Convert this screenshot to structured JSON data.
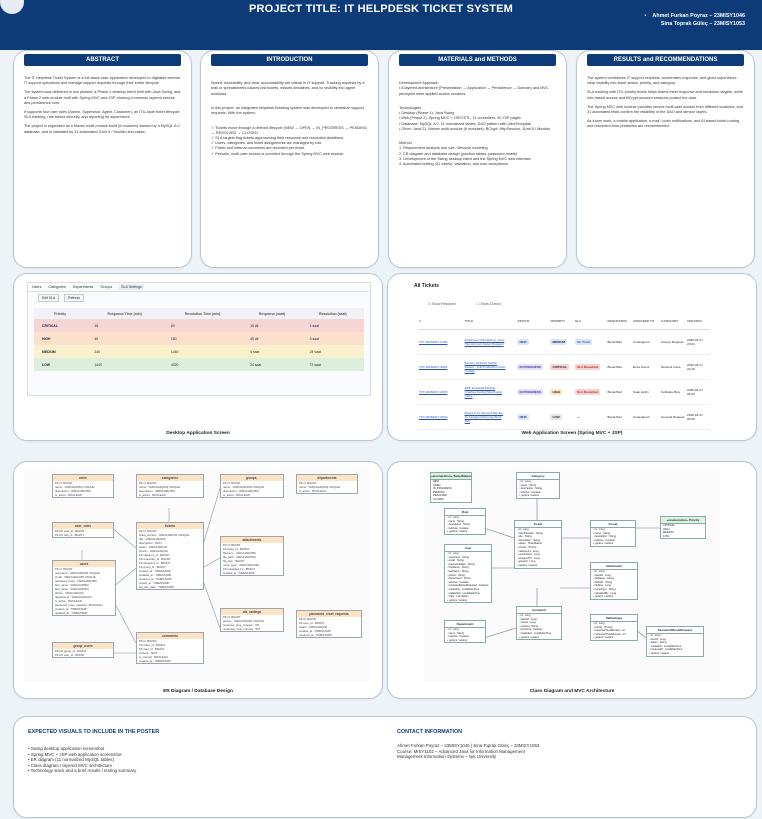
{
  "header": {
    "title": "PROJECT TITLE: IT HELPDESK TICKET SYSTEM",
    "authors": [
      "Ahmet Furkan Poyraz – 23MISY1046",
      "Sina Toprak Güleç – 23MISY1053"
    ]
  },
  "abstract": {
    "heading": "ABSTRACT",
    "paragraphs": [
      "The IT Helpdesk Ticket System is a full-stack case application developed to digitalize internal IT support operations and manage support requests through their entire lifecycle.",
      "The system was delivered in two phases: a Phase 1 desktop client built with Java Swing, and a Phase 2 web module built with Spring MVC and JSP, sharing a common layered service and persistence core.",
      "It supports four user roles (Admin, Supervisor, Agent, Customer), an ITIL-style ticket lifecycle, SLA tracking, role-based security, and reporting for supervisors.",
      "The project is organized as a Maven multi-module build (6 modules) backed by a MySQL 8.0 database, and is validated by 31 automated JUnit 5 / Mockito test cases."
    ]
  },
  "introduction": {
    "heading": "INTRODUCTION",
    "paragraphs": [
      "Speed, traceability, and clear accountability are critical in IT support. Tracking requests by e-mail or spreadsheets causes lost tickets, missed deadlines, and no visibility into agent workload.",
      "In this project, an integrated helpdesk ticketing system was developed to centralize support requests. With the system:",
      "✓ Tickets move through a defined lifecycle (NEW → OPEN → IN_PROGRESS → PENDING → RESOLVED → CLOSED.\n✓ SLA targets flag tickets approaching their response and resolution deadlines.\n✓ Users, categories, and ticket assignments are managed by role.\n✓ Public and internal comments are recorded per ticket.\n✓ Periodic, multi-user access is provided through the Spring MVC web module."
    ]
  },
  "materials": {
    "heading": "MATERIALS and METHODS",
    "paragraphs": [
      "Development Approach\n• A layered architecture (Presentation → Application → Persistence → Domain) and MVC principles were applied across modules.",
      "Technologies\n• Desktop (Phase 1): Java Swing\n• Web (Phase 2): Spring MVC + JSP/JSTL, 11 controllers, 30 JSP pages\n• Database: MySQL 8.0, 11 normalized tables, DAO pattern with JdbcTemplate\n• Other: Java 21, Maven multi-module (6 modules), BCrypt, HttpSession, JUnit 5 / Mockito",
      "Method\n1. Requirement analysis and role / lifecycle modeling\n2. ER diagram and database design (junction tables, password resets)\n3. Development of the Swing desktop client and the Spring MVC web interface\n4. Automated testing (31 cases), validation, and user acceptance"
    ]
  },
  "results": {
    "heading": "RESULTS and RECOMMENDATIONS",
    "paragraphs": [
      "The system centralizes IT support requests, accelerates response, and gives supervisors clear visibility into ticket status, priority, and category.",
      "SLA tracking with ITIL priority levels helps teams meet response and resolution targets, while role-based access and BCrypt-secured sessions protect the data.",
      "The Spring MVC web module provides secure multi-user access from different locations, and 31 automated tests confirm the reliability of the DAO and service layers.",
      "As future work, a mobile application, e-mail / push notifications, and AI-based ticket routing and resolution-time prediction are recommended."
    ]
  },
  "desktop": {
    "caption": "Desktop Application Screen",
    "menu": [
      "Users",
      "Categories",
      "Departments",
      "Groups",
      "SLA Settings"
    ],
    "active_menu": "SLA Settings",
    "buttons": [
      "Edit SLA",
      "Refresh"
    ],
    "columns": [
      "Priority",
      "Response Time (min)",
      "Resolution Time (min)",
      "Response (saat)",
      "Resolution (saat)"
    ],
    "rows": [
      {
        "priority": "CRITICAL",
        "resp": "15",
        "resol": "60",
        "resp_h": "15 dk",
        "resol_h": "1 saat",
        "color": "#f6d5d5"
      },
      {
        "priority": "HIGH",
        "resp": "45",
        "resol": "180",
        "resp_h": "45 dk",
        "resol_h": "3 saat",
        "color": "#fbe0cc"
      },
      {
        "priority": "MEDIUM",
        "resp": "240",
        "resol": "1440",
        "resp_h": "4 saat",
        "resol_h": "24 saat",
        "color": "#fbf1cf"
      },
      {
        "priority": "LOW",
        "resp": "1440",
        "resol": "4320",
        "resp_h": "24 saat",
        "resol_h": "72 saat",
        "color": "#dcefdc"
      }
    ]
  },
  "web": {
    "caption": "Web Application Screen (Spring MVC + JSP)",
    "title": "All Tickets",
    "checks": [
      "Show Resolved",
      "Show Closed"
    ],
    "columns": [
      "#",
      "TITLE",
      "STATUS",
      "PRIORITY",
      "SLA",
      "REQUESTER",
      "ASSIGNED TO",
      "CATEGORY",
      "CREATED"
    ],
    "rows": [
      {
        "id": "TKT-20260317-0100",
        "title": "Employee Onboarding - New Hire Account Setup Request",
        "status": "NEW",
        "priority": "MEDIUM",
        "sla": "On Track",
        "requester": "Burak Bari",
        "assigned": "Unassigned",
        "category": "Access Request",
        "created": "2026-03-17 23:04"
      },
      {
        "id": "TKT-20260317-0022",
        "title": "Factory Network Switch Failure - Full Production Floor Outage",
        "status": "IN PROGRESS",
        "priority": "CRITICAL",
        "sla": "SLA Breached",
        "requester": "Burak Bari",
        "assigned": "Emre Demir",
        "category": "Network Issue",
        "created": "2026-03-17 22:19"
      },
      {
        "id": "TKT-20260317-0015",
        "title": "ERP Financial Module Crashes During Month-End Close",
        "status": "IN PROGRESS",
        "priority": "HIGH",
        "sla": "SLA Breached",
        "requester": "Burak Bari",
        "assigned": "Kaan Aydin",
        "category": "Software Bug",
        "created": "2026-03-17 05:32"
      },
      {
        "id": "TKT-20260317-0010",
        "title": "Request for Second Monitor for Assigned Remote Work Day",
        "status": "NEW",
        "priority": "LOW",
        "sla": "—",
        "requester": "Burak Bari",
        "assigned": "Unassigned",
        "category": "General Request",
        "created": "2026-03-17 08:40"
      }
    ]
  },
  "er": {
    "caption": "ER Diagram / Database Design",
    "tables": [
      {
        "name": "roles",
        "rows": [
          "PK id: BIGINT",
          "name : VARCHAR(50) UNIQUE",
          "description : VARCHAR(255)",
          "is_active : BOOLEAN"
        ]
      },
      {
        "name": "categories",
        "rows": [
          "PK id: BIGINT",
          "name : VARCHAR(100) UNIQUE",
          "description : VARCHAR(255)",
          "is_active : BOOLEAN"
        ]
      },
      {
        "name": "groups_",
        "rows": [
          "PK id: BIGINT",
          "name : VARCHAR(100) UNIQUE",
          "description : VARCHAR(255)",
          "is_active : BOOLEAN"
        ]
      },
      {
        "name": "departments",
        "rows": [
          "PK id: BIGINT",
          "name : VARCHAR(100) UNIQUE",
          "is_active : BOOLEAN"
        ]
      },
      {
        "name": "user_roles",
        "rows": [
          "PK,FK user_id : BIGINT",
          "PK,FK role_id : BIGINT"
        ]
      },
      {
        "name": "tickets",
        "rows": [
          "PK id: BIGINT",
          "ticket_number : VARCHAR(20) UNIQUE",
          "title : VARCHAR(200)",
          "description : TEXT",
          "status : VARCHAR(20)",
          "priority : VARCHAR(20)",
          "FK category_id : BIGINT",
          "FK requester_id : BIGINT",
          "FK assigned_to : BIGINT",
          "FK group_id : BIGINT",
          "created_at : TIMESTAMP",
          "updated_at : TIMESTAMP",
          "resolved_at : TIMESTAMP",
          "closed_at : TIMESTAMP",
          "sla_due_date : TIMESTAMP"
        ]
      },
      {
        "name": "attachments",
        "rows": [
          "PK id: BIGINT",
          "FK ticket_id : BIGINT",
          "filename : VARCHAR(255)",
          "file_path : VARCHAR(500)",
          "file_size : BIGINT",
          "mime_type : VARCHAR(100)",
          "FK uploaded_by : BIGINT",
          "created_at : TIMESTAMP"
        ]
      },
      {
        "name": "users",
        "rows": [
          "PK id: BIGINT",
          "username : VARCHAR(50) UNIQUE",
          "email : VARCHAR(100) UNIQUE",
          "password_hash : VARCHAR(255)",
          "first_name : VARCHAR(50)",
          "last_name : VARCHAR(50)",
          "phone : VARCHAR(20)",
          "department : VARCHAR(100)",
          "is_active : BOOLEAN",
          "password_reset_required : BOOLEAN",
          "created_at : TIMESTAMP",
          "updated_at : TIMESTAMP"
        ]
      },
      {
        "name": "sla_settings",
        "rows": [
          "PK id: BIGINT",
          "priority : VARCHAR(20) UNIQUE",
          "response_time_minutes : INT",
          "resolution_time_minutes : INT"
        ]
      },
      {
        "name": "password_reset_requests",
        "rows": [
          "PK id: BIGINT",
          "FK user_id : BIGINT",
          "status : VARCHAR(20)",
          "created_at : TIMESTAMP",
          "resolved_at : TIMESTAMP"
        ]
      },
      {
        "name": "comments",
        "rows": [
          "PK id: BIGINT",
          "FK ticket_id : BIGINT",
          "FK user_id : BIGINT",
          "content : TEXT",
          "is_internal : BOOLEAN",
          "created_at : TIMESTAMP"
        ]
      },
      {
        "name": "group_users",
        "rows": [
          "PK,FK group_id : BIGINT",
          "PK,FK user_id : BIGINT"
        ]
      }
    ]
  },
  "classdiag": {
    "caption": "Class Diagram and MVC Architecture",
    "classes": [
      {
        "name": "Category",
        "rows": [
          "- id : Long",
          "- name : String",
          "- description : String",
          "- isActive : boolean",
          "+ getters / setters"
        ]
      },
      {
        "name": "Role",
        "rows": [
          "- id : Long",
          "- name : String",
          "- description : String",
          "- isActive : boolean",
          "+ getters / setters"
        ]
      },
      {
        "name": "Ticket",
        "rows": [
          "- id : Long",
          "- ticketNumber : String",
          "- title : String",
          "- description : String",
          "- status : TicketStatus",
          "- priority : Priority",
          "- categoryId : Long",
          "- requesterId : Long",
          "- assignedTo : Long",
          "- groupId : Long",
          "+ getters / setters"
        ]
      },
      {
        "name": "Group",
        "rows": [
          "- id : Long",
          "- name : String",
          "- description : String",
          "- isActive : boolean",
          "+ getters / setters"
        ]
      },
      {
        "name": "User",
        "rows": [
          "- id : Long",
          "- username : String",
          "- email : String",
          "- passwordHash : String",
          "- firstName : String",
          "- lastName : String",
          "- phone : String",
          "- department : String",
          "- isActive : boolean",
          "- passwordResetRequired : boolean",
          "- createdAt : LocalDateTime",
          "- updatedAt : LocalDateTime",
          "- roles : List<Role>",
          "+ getters / setters"
        ]
      },
      {
        "name": "Attachment",
        "rows": [
          "- id : Long",
          "- ticketId : Long",
          "- fileName : String",
          "- filePath : String",
          "- fileSize : Long",
          "- mimeType : String",
          "- uploadedBy : Long",
          "+ getters / setters"
        ]
      },
      {
        "name": "Comment",
        "rows": [
          "- id : Long",
          "- ticketId : Long",
          "- userId : Long",
          "- content : String",
          "- isInternal : boolean",
          "- createdAt : LocalDateTime",
          "+ getters / setters"
        ]
      },
      {
        "name": "Department",
        "rows": [
          "- id : Long",
          "- name : String",
          "- isActive : boolean",
          "+ getters / setters"
        ]
      },
      {
        "name": "SlaSettings",
        "rows": [
          "- id : Long",
          "- priority : Priority",
          "- responseTimeMinutes : int",
          "- resolutionTimeMinutes : int",
          "+ getters / setters"
        ]
      },
      {
        "name": "PasswordResetRequest",
        "rows": [
          "- id : Long",
          "- userId : Long",
          "- status : String",
          "- createdAt : LocalDateTime",
          "- resolvedAt : LocalDateTime",
          "+ getters / setters"
        ]
      },
      {
        "name": "«enumeration» TicketStatus",
        "rows": [
          "NEW",
          "OPEN",
          "IN_PROGRESS",
          "PENDING",
          "RESOLVED",
          "CLOSED"
        ]
      },
      {
        "name": "«enumeration» Priority",
        "rows": [
          "CRITICAL",
          "HIGH",
          "MEDIUM",
          "LOW"
        ]
      }
    ]
  },
  "visuals": {
    "heading": "EXPECTED VISUALS TO INCLUDE IN THE POSTER",
    "items": [
      "• Swing desktop application screenshot",
      "• Spring MVC + JSP web application screenshot",
      "• ER diagram (11 normalized MySQL tables)",
      "• Class diagram / layered MVC architecture",
      "• Technology stack and a brief results / testing summary"
    ]
  },
  "contact": {
    "heading": "CONTACT INFORMATION",
    "lines": [
      "Ahmet Furkan Poyraz – 23MISY1046 | Sina Toprak Güleç – 23MISY1053",
      "Course: MISY1102 – Advanced Java for Information Management",
      "Management Information Systems – Işık University"
    ]
  },
  "colors": {
    "primary": "#0d3b78",
    "er_header": "#fbe3c4"
  }
}
